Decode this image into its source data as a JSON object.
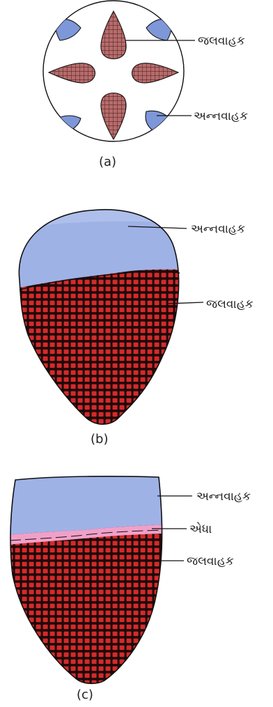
{
  "colors": {
    "phloem": "#7d97d8",
    "phloem_light": "#aabdea",
    "xylem_a": "#b86b6b",
    "xylem_red": "#d42a2a",
    "cambium": "#f0a0c8",
    "outline": "#111111"
  },
  "figure_a": {
    "caption": "(a)",
    "label_xylem": "જલવાહક",
    "label_phloem": "અન્નવાહક"
  },
  "figure_b": {
    "caption": "(b)",
    "label_phloem": "અન્નવાહક",
    "label_xylem": "જલવાહક"
  },
  "figure_c": {
    "caption": "(c)",
    "label_phloem": "અન્નવાહક",
    "label_cambium": "એધા",
    "label_xylem": "જલવાહક"
  }
}
